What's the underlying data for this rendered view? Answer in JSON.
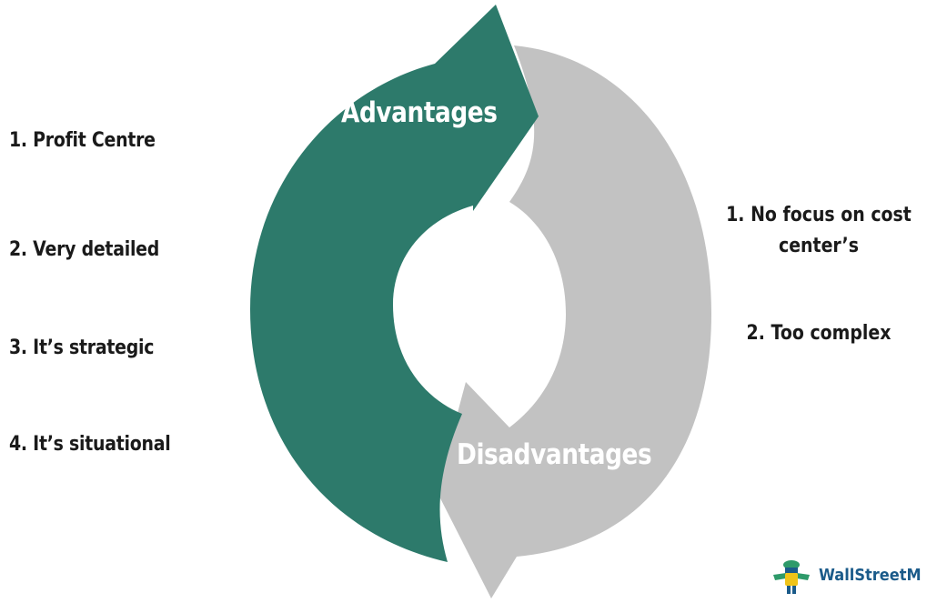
{
  "colors": {
    "advantages": "#2d7a6b",
    "disadvantages": "#c2c2c2",
    "text": "#1a1a1a",
    "brand": "#1b5b8a"
  },
  "cycle": {
    "top_label": "Advantages",
    "bottom_label": "Disadvantages"
  },
  "advantages": [
    "1. Profit Centre",
    "2. Very detailed",
    "3. It’s strategic",
    "4. It’s situational"
  ],
  "disadvantages": [
    "1. No focus on cost",
    "center’s",
    "2. Too complex"
  ],
  "brand": {
    "name": "WallStreetM",
    "icon": "mojo-figure-icon"
  }
}
